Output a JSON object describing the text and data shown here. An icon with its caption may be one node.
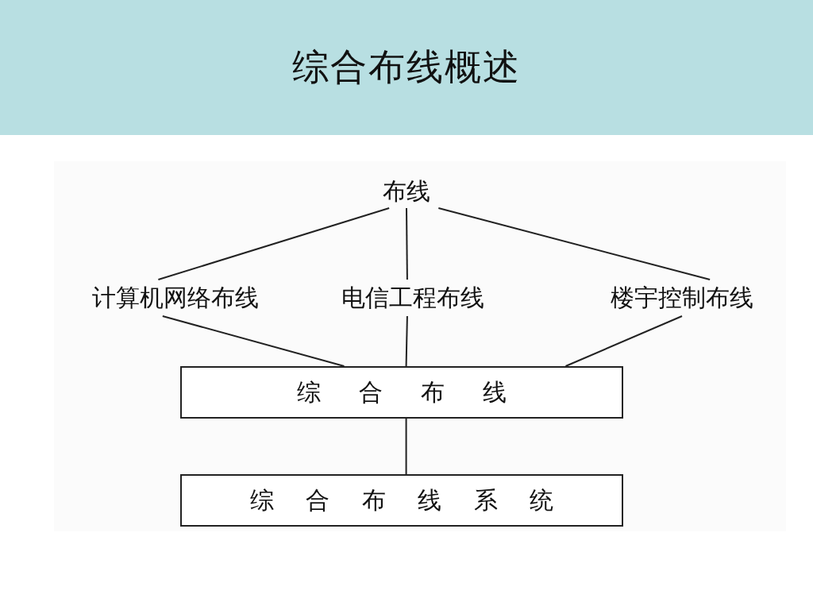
{
  "diagram": {
    "title": "综合布线概述",
    "nodes": [
      {
        "text": [
          "布线"
        ]
      },
      {
        "text": [
          "计算机网络布线"
        ]
      },
      {
        "text": [
          "电信工程布线"
        ]
      },
      {
        "text": [
          "楼宇控制布线"
        ]
      },
      {
        "text": [
          "综合布线"
        ]
      },
      {
        "text": [
          "综合布线系统"
        ]
      }
    ],
    "edges": [
      {
        "from": 0,
        "to": 1,
        "arrow": "none"
      },
      {
        "from": 0,
        "to": 2,
        "arrow": "none"
      },
      {
        "from": 0,
        "to": 3,
        "arrow": "none"
      },
      {
        "from": 1,
        "to": 4,
        "arrow": "none"
      },
      {
        "from": 2,
        "to": 4,
        "arrow": "none"
      },
      {
        "from": 3,
        "to": 4,
        "arrow": "none"
      },
      {
        "from": 4,
        "to": 5,
        "arrow": "none"
      }
    ]
  }
}
